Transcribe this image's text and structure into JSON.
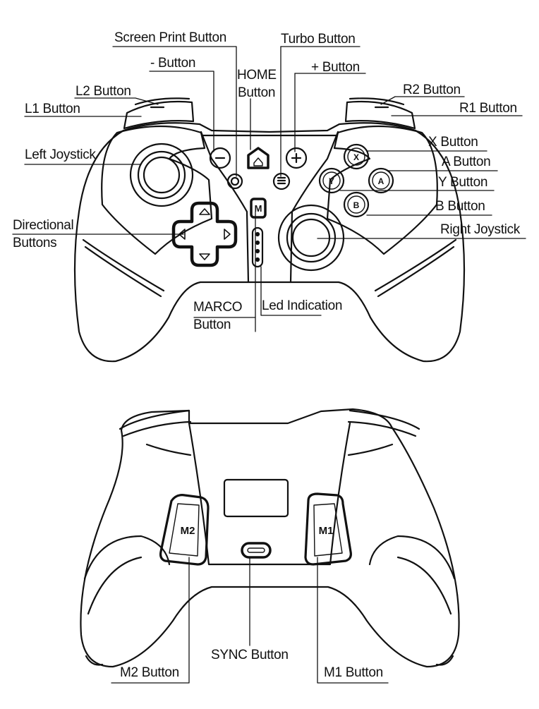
{
  "front_labels": {
    "screen_print": "Screen Print Button",
    "turbo": "Turbo Button",
    "minus": "- Button",
    "plus": "+ Button",
    "home_line1": "HOME",
    "home_line2": "Button",
    "l2": "L2 Button",
    "r2": "R2 Button",
    "l1": "L1 Button",
    "r1": "R1 Button",
    "left_joystick": "Left Joystick",
    "x": "X Button",
    "a": "A Button",
    "y": "Y Button",
    "b": "B Button",
    "directional_line1": "Directional",
    "directional_line2": "Buttons",
    "right_joystick": "Right Joystick",
    "marco_line1": "MARCO",
    "marco_line2": "Button",
    "led": "Led Indication"
  },
  "back_labels": {
    "sync": "SYNC Button",
    "m2": "M2 Button",
    "m1": "M1 Button"
  },
  "glyphs": {
    "x": "X",
    "y": "Y",
    "a": "A",
    "b": "B",
    "m": "M",
    "m1": "M1",
    "m2": "M2"
  },
  "colors": {
    "line": "#111111",
    "background": "#ffffff"
  }
}
